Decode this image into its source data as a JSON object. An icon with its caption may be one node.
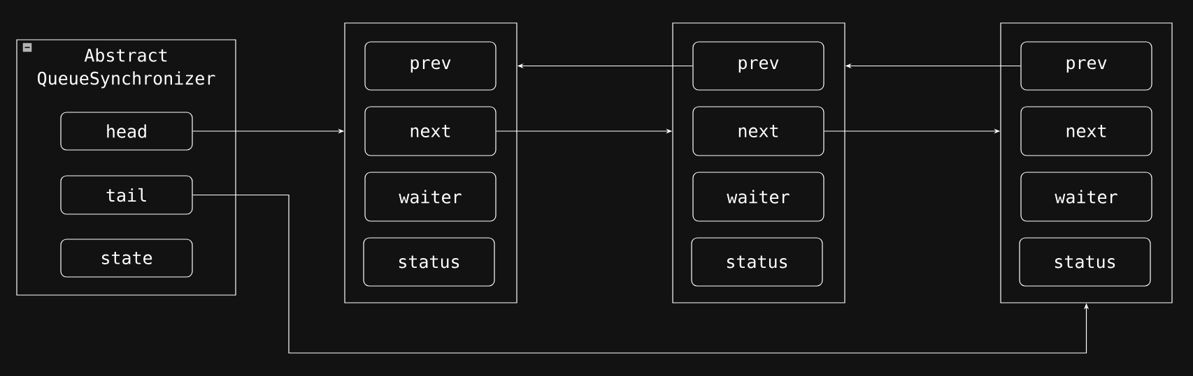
{
  "diagram": {
    "nodes": [
      {
        "text": [
          "Abstract QueueSynchronizer"
        ]
      },
      {
        "text": [
          "head"
        ],
        "in": 0
      },
      {
        "text": [
          "tail"
        ],
        "in": 0
      },
      {
        "text": [
          "state"
        ],
        "in": 0
      },
      {
        "text": [],
        "shape": "box"
      },
      {
        "text": [
          "prev"
        ],
        "in": 4
      },
      {
        "text": [
          "next"
        ],
        "in": 4
      },
      {
        "text": [
          "waiter"
        ],
        "in": 4
      },
      {
        "text": [
          "status"
        ],
        "in": 4
      },
      {
        "text": [],
        "shape": "box"
      },
      {
        "text": [
          "prev"
        ],
        "in": 9
      },
      {
        "text": [
          "next"
        ],
        "in": 9
      },
      {
        "text": [
          "waiter"
        ],
        "in": 9
      },
      {
        "text": [
          "status"
        ],
        "in": 9
      },
      {
        "text": [],
        "shape": "box"
      },
      {
        "text": [
          "prev"
        ],
        "in": 14
      },
      {
        "text": [
          "next"
        ],
        "in": 14
      },
      {
        "text": [
          "waiter"
        ],
        "in": 14
      },
      {
        "text": [
          "status"
        ],
        "in": 14
      }
    ],
    "edges": [
      {
        "from": 1,
        "to": 4,
        "arrow": "to"
      },
      {
        "from": 6,
        "to": 9,
        "arrow": "to"
      },
      {
        "from": 10,
        "to": 4,
        "arrow": "to"
      },
      {
        "from": 11,
        "to": 14,
        "arrow": "to"
      },
      {
        "from": 15,
        "to": 9,
        "arrow": "to"
      },
      {
        "from": 2,
        "to": 14,
        "arrow": "to"
      }
    ]
  }
}
